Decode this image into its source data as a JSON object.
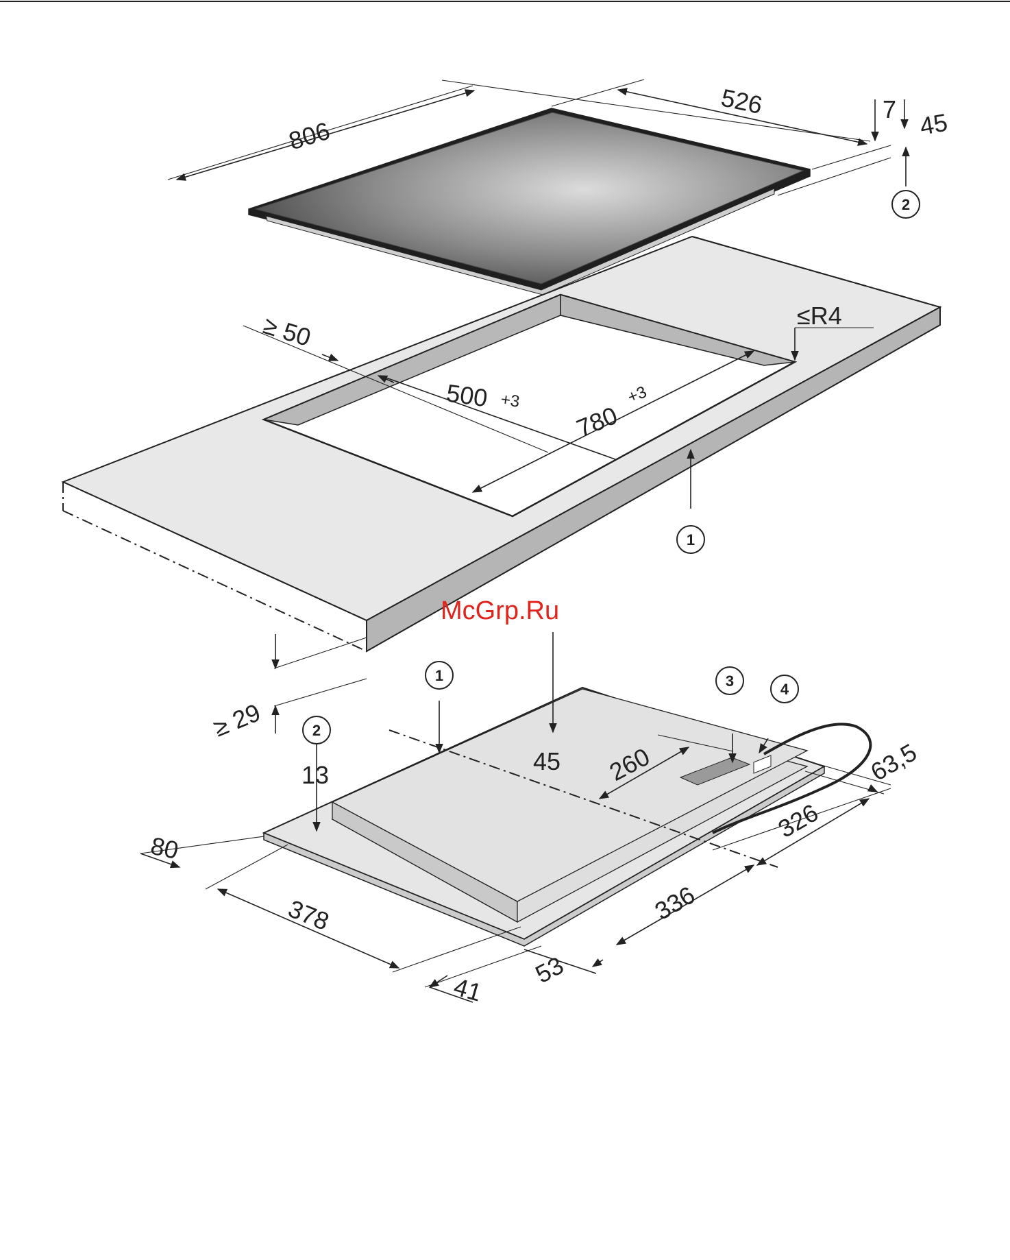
{
  "watermark": "McGrp.Ru",
  "callouts": {
    "c1": "1",
    "c2": "2",
    "c3": "3",
    "c4": "4"
  },
  "dimensions": {
    "hob_length": "806",
    "hob_depth": "526",
    "glass_thickness": "7",
    "hob_height": "45",
    "min_distance": "≥ 50",
    "corner_radius": "≤R4",
    "cutout_depth": "500",
    "cutout_width": "780",
    "tolerance": "+3",
    "worktop_thickness": "≥ 29",
    "side_13": "13",
    "bottom_45": "45",
    "d_260": "260",
    "d_63_5": "63,5",
    "d_326": "326",
    "d_336": "336",
    "d_80": "80",
    "d_378": "378",
    "d_53": "53",
    "d_41": "41"
  },
  "colors": {
    "line": "#222222",
    "worktop": "#e6e6e6",
    "worktop_edge": "#b4b4b4",
    "glass_dark": "#3a3a3a",
    "glass_light": "#d8d8d8",
    "watermark": "#e0231b"
  }
}
